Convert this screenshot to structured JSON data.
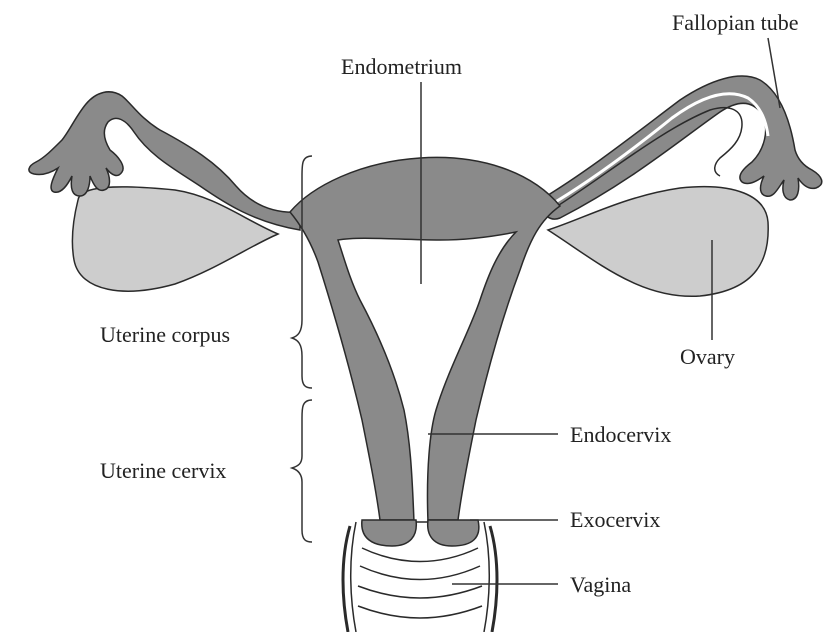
{
  "labels": {
    "fallopian_tube": "Fallopian tube",
    "endometrium": "Endometrium",
    "uterine_corpus": "Uterine corpus",
    "ovary": "Ovary",
    "endocervix": "Endocervix",
    "uterine_cervix": "Uterine cervix",
    "exocervix": "Exocervix",
    "vagina": "Vagina"
  },
  "colors": {
    "tissue": "#8a8a8a",
    "ovary": "#cdcdcd",
    "outline": "#2a2a2a",
    "leader": "#333333",
    "text": "#222222"
  }
}
